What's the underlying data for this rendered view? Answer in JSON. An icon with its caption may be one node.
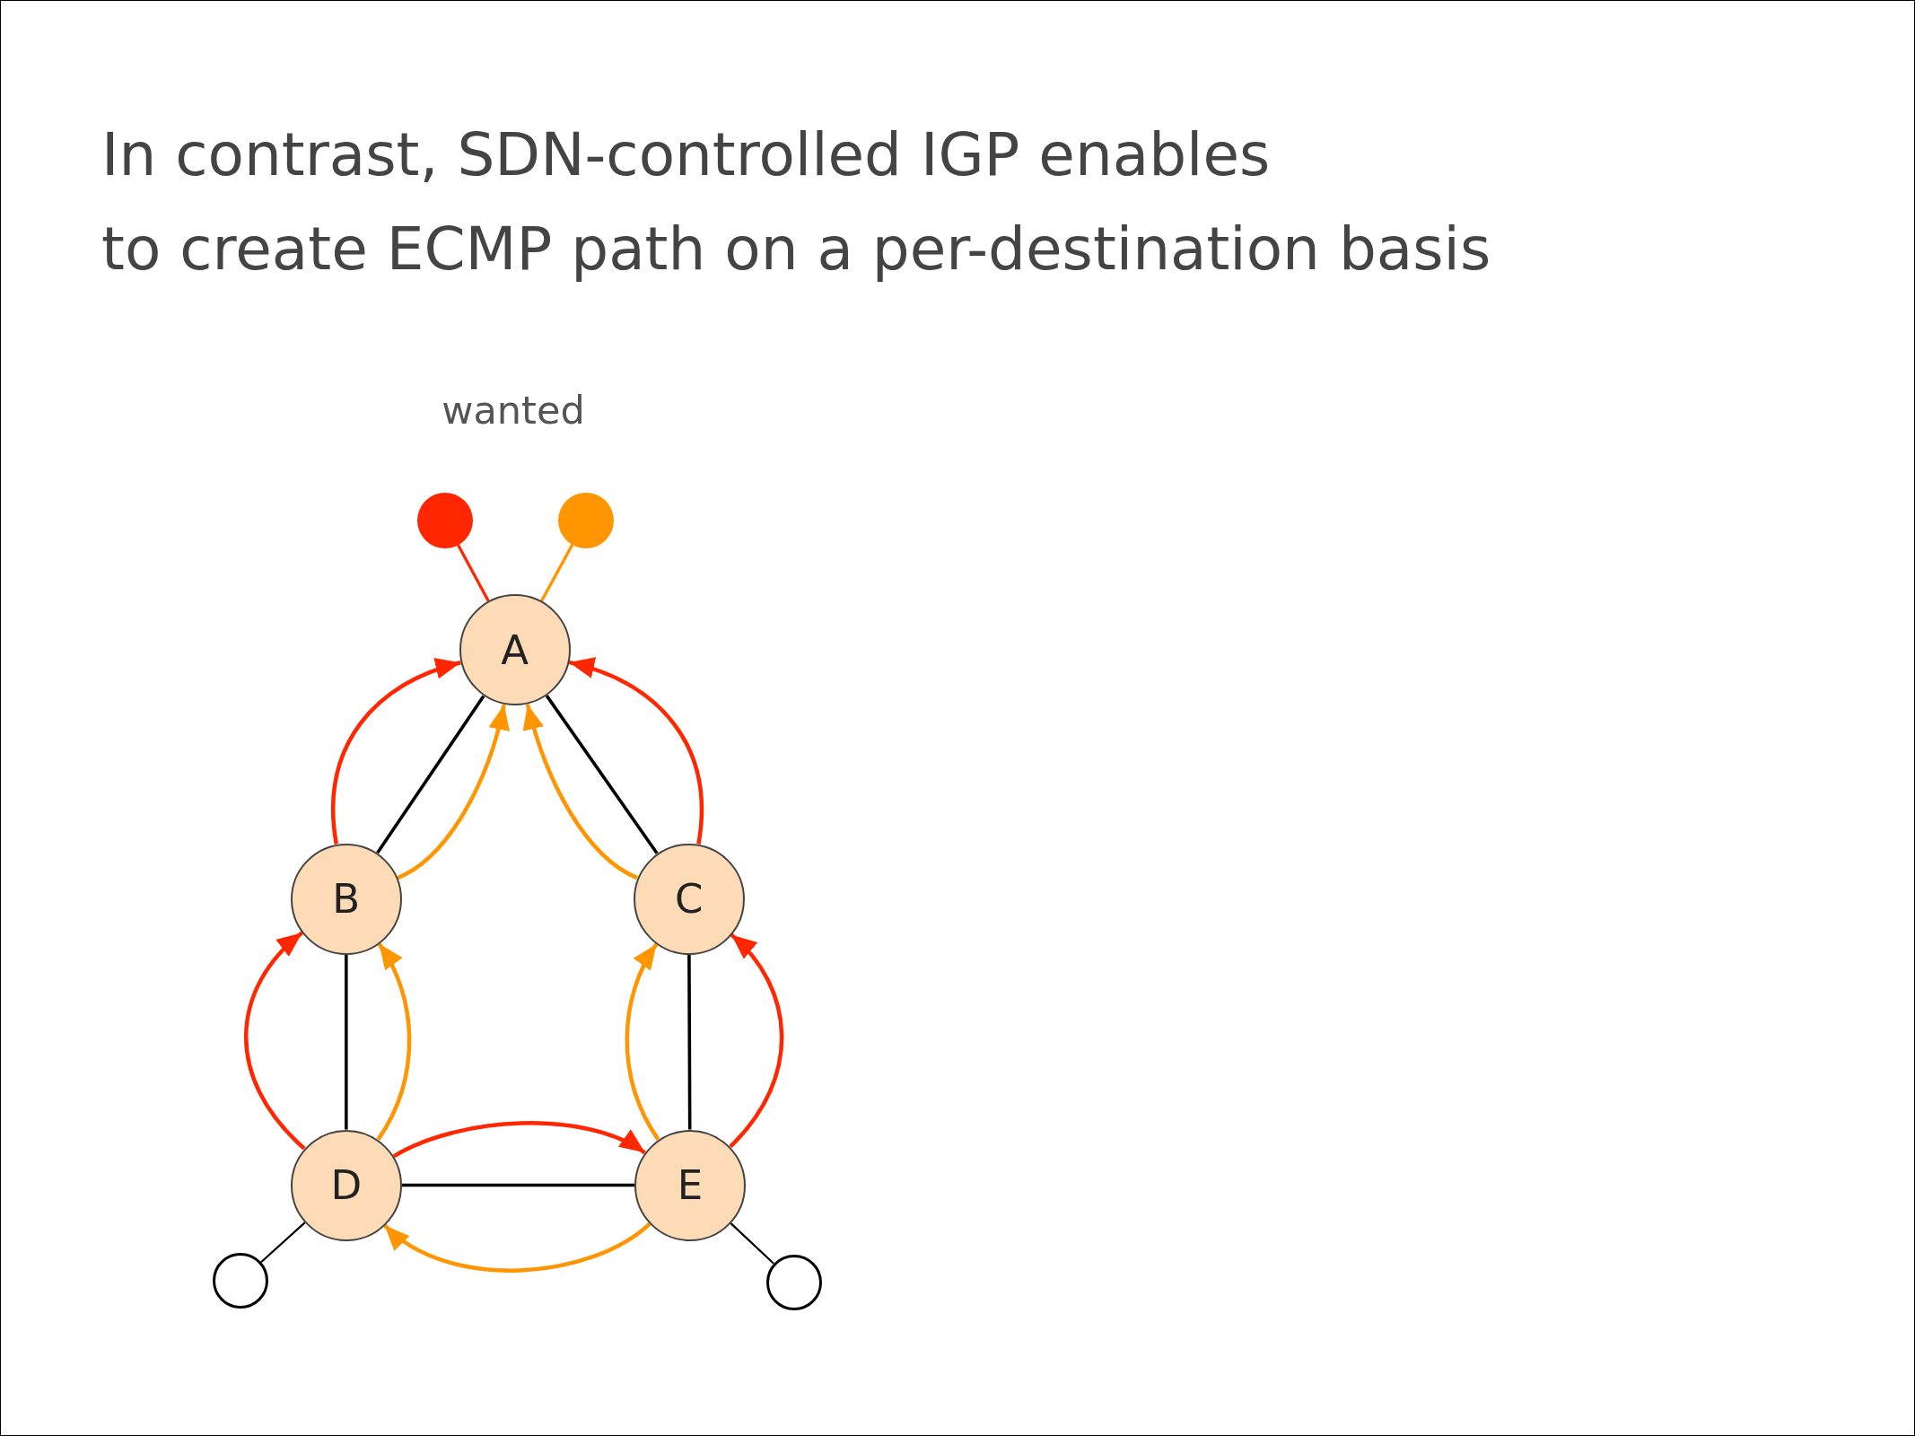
{
  "diagram": {
    "title": "In contrast, SDN-controlled IGP enables to create ECMP path on a per-destination basis",
    "nodes": [
      {
        "text": [],
        "shape": "dot"
      },
      {
        "text": [],
        "shape": "dot"
      },
      {
        "text": [
          "A"
        ]
      },
      {
        "text": [
          "B"
        ]
      },
      {
        "text": [
          "C"
        ]
      },
      {
        "text": [
          "D"
        ]
      },
      {
        "text": [
          "E"
        ]
      },
      {
        "text": [],
        "shape": "circle"
      },
      {
        "text": [],
        "shape": "circle"
      }
    ],
    "edges": [
      {
        "from": 0,
        "to": 2,
        "arrow": "none",
        "color": "#ff2600"
      },
      {
        "from": 1,
        "to": 2,
        "arrow": "none",
        "color": "#ff9500"
      },
      {
        "from": 2,
        "to": 3,
        "arrow": "none"
      },
      {
        "from": 2,
        "to": 4,
        "arrow": "none"
      },
      {
        "from": 3,
        "to": 5,
        "arrow": "none"
      },
      {
        "from": 4,
        "to": 6,
        "arrow": "none"
      },
      {
        "from": 5,
        "to": 6,
        "arrow": "none"
      },
      {
        "from": 5,
        "to": 7,
        "arrow": "none"
      },
      {
        "from": 6,
        "to": 8,
        "arrow": "none"
      },
      {
        "from": 3,
        "to": 2,
        "arrow": "to",
        "color": "#ff2600"
      },
      {
        "from": 4,
        "to": 2,
        "arrow": "to",
        "color": "#ff2600"
      },
      {
        "from": 3,
        "to": 2,
        "arrow": "to",
        "color": "#ff9500"
      },
      {
        "from": 4,
        "to": 2,
        "arrow": "to",
        "color": "#ff9500"
      },
      {
        "from": 5,
        "to": 3,
        "arrow": "to",
        "color": "#ff2600"
      },
      {
        "from": 5,
        "to": 3,
        "arrow": "to",
        "color": "#ff9500"
      },
      {
        "from": 6,
        "to": 4,
        "arrow": "to",
        "color": "#ff9500"
      },
      {
        "from": 6,
        "to": 4,
        "arrow": "to",
        "color": "#ff2600"
      },
      {
        "from": 5,
        "to": 6,
        "arrow": "to",
        "color": "#ff2600"
      },
      {
        "from": 6,
        "to": 5,
        "arrow": "to",
        "color": "#ff9500"
      }
    ],
    "labels": [
      "wanted"
    ]
  }
}
